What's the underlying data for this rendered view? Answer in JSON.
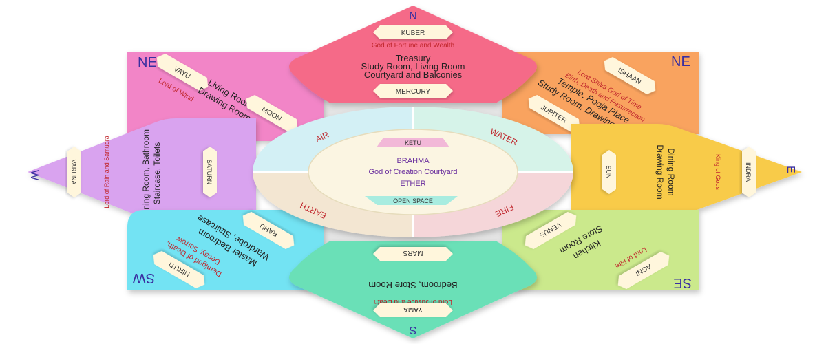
{
  "center": {
    "title": "BRAHMA",
    "subtitle": "God of Creation Courtyard",
    "element": "ETHER",
    "top_badge": "KETU",
    "bottom_badge": "OPEN SPACE"
  },
  "ring": {
    "air": "AIR",
    "water": "WATER",
    "earth": "EARTH",
    "fire": "FIRE"
  },
  "north": {
    "dir": "N",
    "deity": "KUBER",
    "desc": "God of Fortune and Wealth",
    "room1": "Treasury",
    "room2": "Study Room, Living Room",
    "room3": "Courtyard and Balconies",
    "planet": "MERCURY"
  },
  "northeast": {
    "dir": "NE",
    "deity": "ISHAAN",
    "desc1": "Lord Shiva God of Time",
    "desc2": "Birth, Death and Resurrection",
    "room1": "Temple, Pooja Place",
    "room2": "Study Room, Drawing Room",
    "planet": "JUPITER"
  },
  "northwest": {
    "dir": "NE",
    "deity": "VAYU",
    "desc": "Lord of Wind",
    "room1": "Living Room",
    "room2": "Drawing Room",
    "planet": "MOON"
  },
  "east": {
    "dir": "E",
    "deity": "INDRA",
    "desc": "King of Gods",
    "room1": "Dining Room",
    "room2": "Drawing Room",
    "planet": "SUN"
  },
  "west": {
    "dir": "W",
    "deity": "VARUNA",
    "desc": "Lord of Rain and Samudra",
    "room1": "Dining Room, Bathroom",
    "room2": "Staircase, Toilets",
    "planet": "SATURN"
  },
  "southeast": {
    "dir": "SE",
    "deity": "AGNI",
    "desc": "Lord of Fire",
    "room1": "Kitchen",
    "room2": "Store Room",
    "planet": "VENUS"
  },
  "southwest": {
    "dir": "SW",
    "deity": "NIRUTI",
    "desc1": "Demigod of Death,",
    "desc2": "Decay, Sorrow",
    "room1": "Master Bedroom",
    "room2": "Wardrobe, Staircase",
    "planet": "RAHU"
  },
  "south": {
    "dir": "S",
    "deity": "YAMA",
    "desc": "Lord of Justice and Death",
    "room1": "Bedroom, Store Room",
    "planet": "MARS"
  },
  "colors": {
    "north": "#f56a88",
    "northeast": "#f9a35f",
    "northwest": "#f285c7",
    "east": "#f8cb4a",
    "west": "#d9a3ef",
    "southeast": "#cbe98c",
    "southwest": "#73e3f3",
    "south": "#6ae0b7",
    "ring_air": "#d3f0f5",
    "ring_water": "#d6f3e9",
    "ring_earth": "#f3e6d2",
    "ring_fire": "#f5d6d9",
    "inner_circle": "#fbf5e2",
    "pill": "#fff6dc",
    "direction_text": "#3a2fa0",
    "accent_text": "#c0272d",
    "deity_text": "#6a2f9e"
  }
}
